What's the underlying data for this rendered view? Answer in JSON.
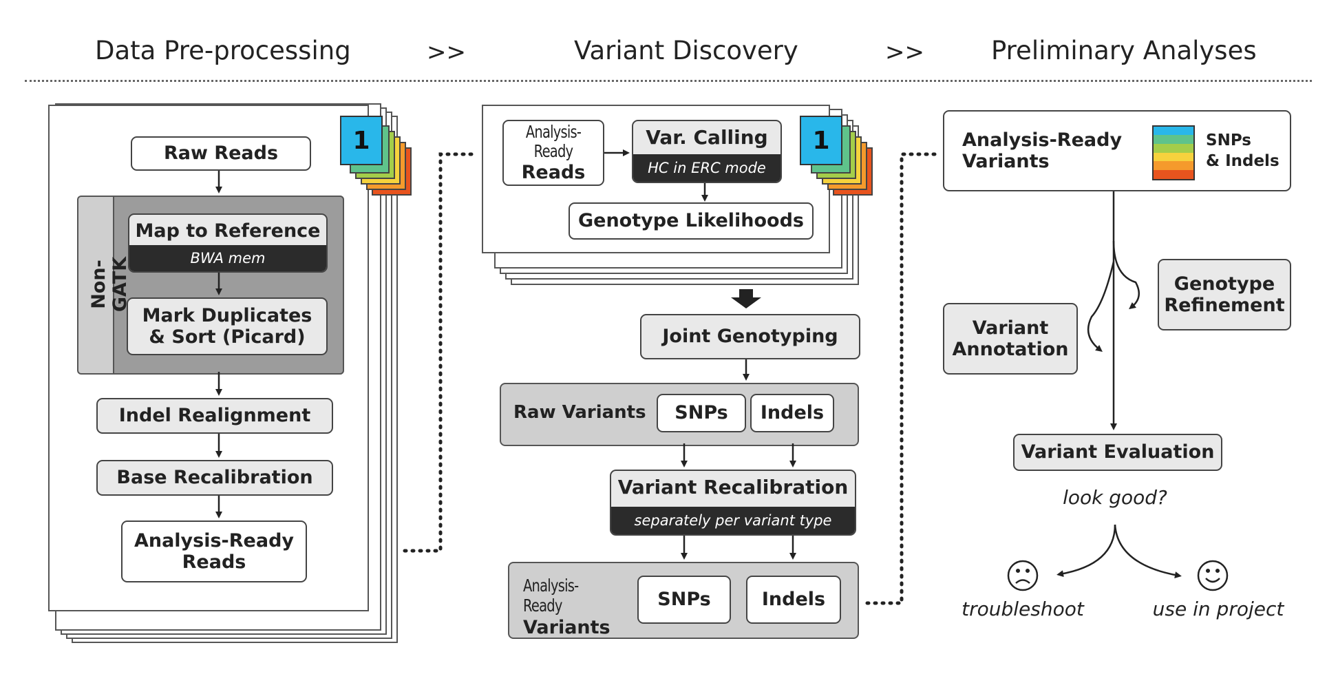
{
  "header": {
    "phase1": "Data Pre-processing",
    "phase2": "Variant Discovery",
    "phase3": "Preliminary Analyses",
    "sep": ">>"
  },
  "preprocessing": {
    "badge": "1",
    "raw_reads": "Raw Reads",
    "non_gatk": "Non-GATK",
    "map_ref": "Map to Reference",
    "map_tool": "BWA mem",
    "mark_dup_1": "Mark Duplicates",
    "mark_dup_2": "& Sort (Picard)",
    "indel_realign": "Indel Realignment",
    "base_recal": "Base Recalibration",
    "ar_reads_1": "Analysis-Ready",
    "ar_reads_2": "Reads"
  },
  "discovery": {
    "badge": "1",
    "ar_reads_1": "Analysis-Ready",
    "ar_reads_2": "Reads",
    "var_calling": "Var. Calling",
    "hc_mode": "HC in ERC mode",
    "genotype_likelihoods": "Genotype Likelihoods",
    "joint_genotyping": "Joint Genotyping",
    "raw_variants": "Raw Variants",
    "snps": "SNPs",
    "indels": "Indels",
    "variant_recal": "Variant Recalibration",
    "per_type": "separately per variant type",
    "ar_variants_1": "Analysis-Ready",
    "ar_variants_2": "Variants",
    "snps2": "SNPs",
    "indels2": "Indels"
  },
  "analyses": {
    "ar_variants_1": "Analysis-Ready",
    "ar_variants_2": "Variants",
    "legend_1": "SNPs",
    "legend_2": "& Indels",
    "genotype_ref_1": "Genotype",
    "genotype_ref_2": "Refinement",
    "variant_ann_1": "Variant",
    "variant_ann_2": "Annotation",
    "variant_eval": "Variant Evaluation",
    "look_good": "look good?",
    "troubleshoot": "troubleshoot",
    "use_in_project": "use in project"
  }
}
